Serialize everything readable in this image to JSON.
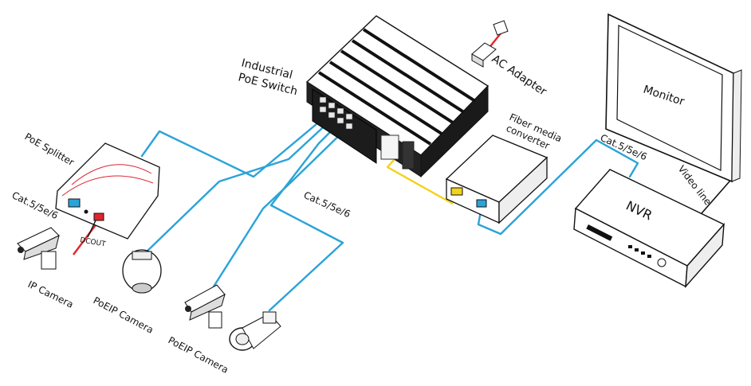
{
  "labels": {
    "switch_line1": "Industrial",
    "switch_line2": "PoE Switch",
    "ac_adapter": "AC Adapter",
    "fiber_line1": "Fiber media",
    "fiber_line2": "converter",
    "monitor": "Monitor",
    "video_line": "Video line",
    "nvr": "NVR",
    "cat_right": "Cat.5/5e/6",
    "cat_center": "Cat.5/5e/6",
    "cat_left": "Cat.5/5e/6",
    "poe_splitter": "PoE Splitter",
    "dcout": "DCOUT",
    "ip_camera": "IP Camera",
    "poe_ip_camera_1": "PoEIP Camera",
    "poe_ip_camera_2": "PoEIP Camera"
  },
  "colors": {
    "ethernet_cable": "#2aa3d8",
    "fiber_cable": "#f2d21b",
    "power_cable": "#e0262a",
    "outline": "#111111"
  }
}
